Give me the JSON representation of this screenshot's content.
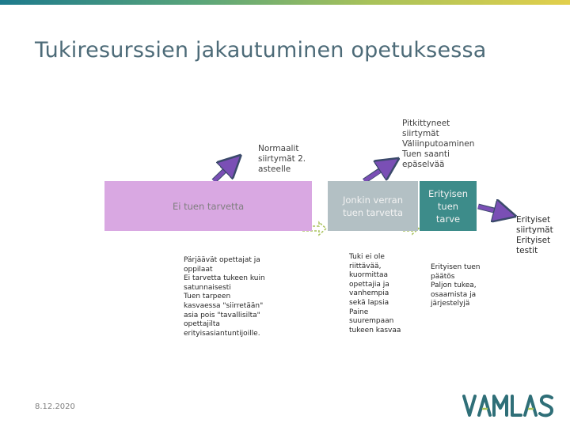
{
  "title": "Tukiresurssien jakautuminen opetuksessa",
  "boxes": {
    "none": "Ei tuen tarvetta",
    "some": [
      "Jonkin verran",
      "tuen tarvetta"
    ],
    "special": [
      "Erityisen",
      "tuen",
      "tarve"
    ]
  },
  "notes": {
    "normal_transition": [
      "Normaalit",
      "siirtymät 2.",
      "asteelle"
    ],
    "extended_transition": [
      "Pitkittyneet",
      "siirtymät",
      "Väliinputoaminen",
      "Tuen saanti",
      "epäselvää"
    ],
    "special_transition": [
      "Erityiset",
      "siirtymät",
      "Erityiset",
      "testit"
    ]
  },
  "details": {
    "none": [
      "Pärjäävät opettajat ja",
      "oppilaat",
      "Ei tarvetta tukeen kuin",
      "satunnaisesti",
      "Tuen tarpeen",
      "kasvaessa \"siirretään\"",
      "asia pois \"tavallisilta\"",
      "opettajilta",
      "erityisasiantuntijoille."
    ],
    "some": [
      "Tuki ei ole",
      "riittävää,",
      "kuormittaa",
      "opettajia ja",
      "vanhempia",
      "sekä lapsia",
      "Paine",
      "suurempaan",
      "tukeen kasvaa"
    ],
    "special": [
      "Erityisen tuen",
      "päätös",
      "Paljon tukea,",
      "osaamista ja",
      "järjestelyjä"
    ]
  },
  "footer": {
    "date": "8.12.2020",
    "logo_text": "VAMLAS"
  },
  "colors": {
    "title": "#4d6b78",
    "box_none": "#d9a8e2",
    "box_some": "#b3c0c4",
    "box_special": "#3d8c8a",
    "arrow_fill": "#7a4fb5",
    "arrow_stroke": "#3b4a6b",
    "connector": "#a8c25a",
    "logo": "#2f6f78"
  }
}
